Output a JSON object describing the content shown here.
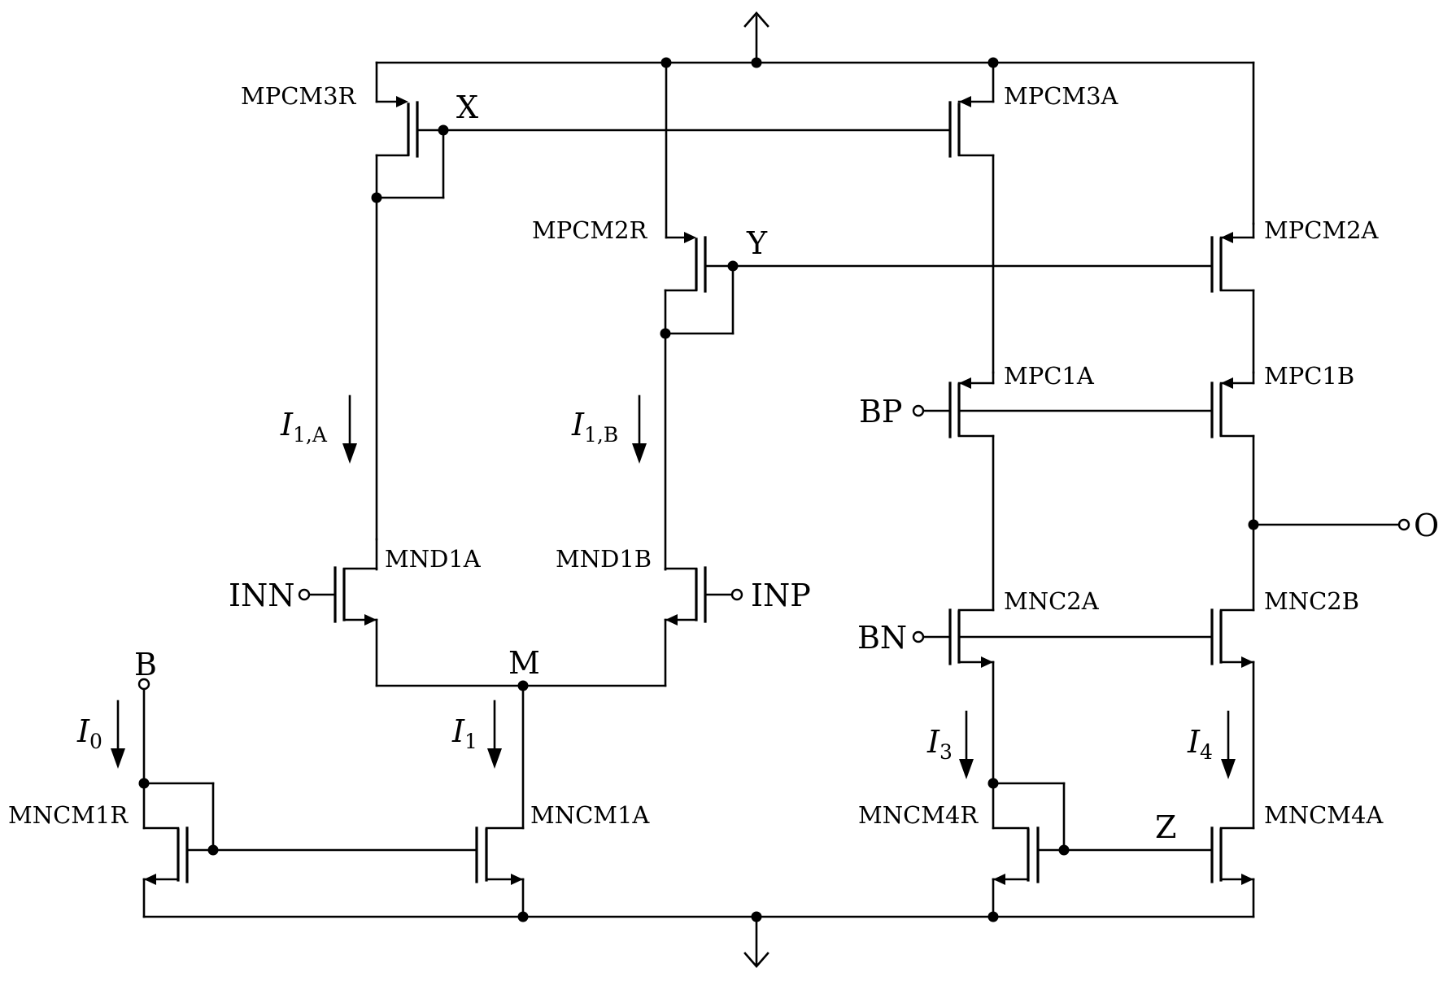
{
  "transistors": {
    "mpcm3r": "MPCM3R",
    "mpcm3a": "MPCM3A",
    "mpcm2r": "MPCM2R",
    "mpcm2a": "MPCM2A",
    "mpc1a": "MPC1A",
    "mpc1b": "MPC1B",
    "mnd1a": "MND1A",
    "mnd1b": "MND1B",
    "mnc2a": "MNC2A",
    "mnc2b": "MNC2B",
    "mncm1r": "MNCM1R",
    "mncm1a": "MNCM1A",
    "mncm4r": "MNCM4R",
    "mncm4a": "MNCM4A"
  },
  "nodes": {
    "x": "X",
    "y": "Y",
    "m": "M",
    "z": "Z"
  },
  "terminals": {
    "inn": "INN",
    "inp": "INP",
    "bp": "BP",
    "bn": "BN",
    "b": "B",
    "o": "O"
  },
  "currents": {
    "i0": {
      "main": "I",
      "sub": "0"
    },
    "i1": {
      "main": "I",
      "sub": "1"
    },
    "i1a": {
      "main": "I",
      "sub": "1,A"
    },
    "i1b": {
      "main": "I",
      "sub": "1,B"
    },
    "i3": {
      "main": "I",
      "sub": "3"
    },
    "i4": {
      "main": "I",
      "sub": "4"
    }
  }
}
